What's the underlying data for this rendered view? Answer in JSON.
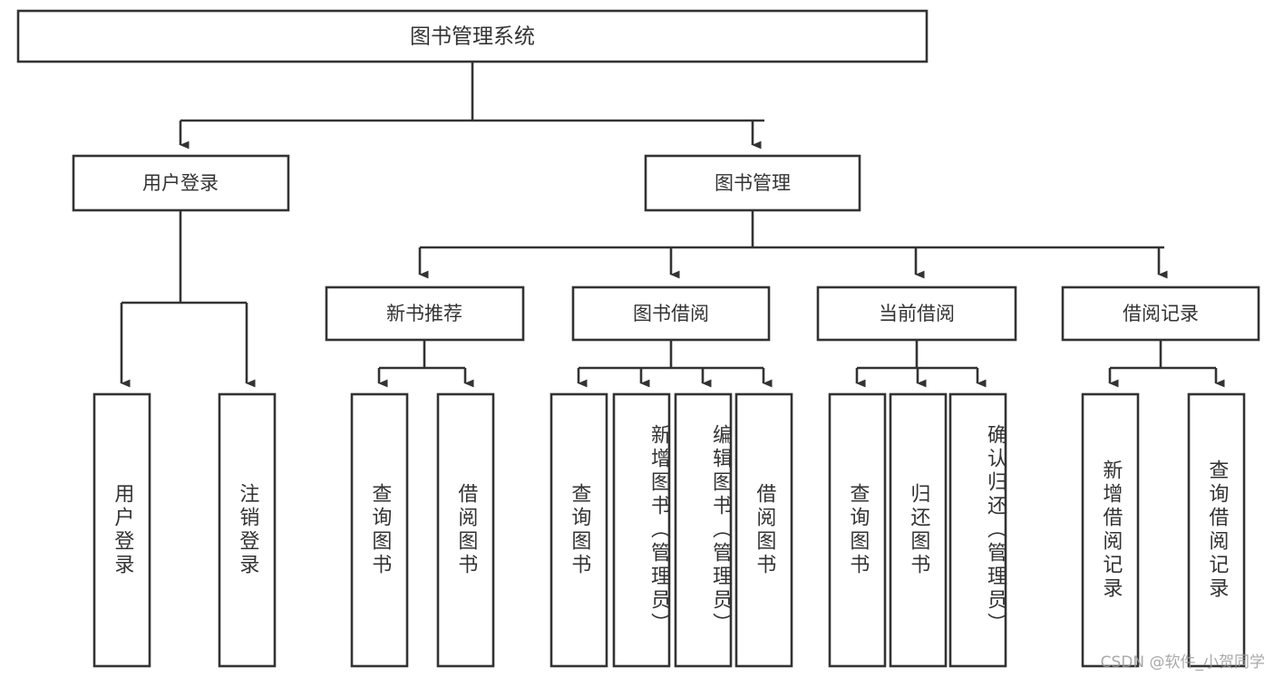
{
  "diagram": {
    "type": "tree-hierarchy",
    "title": "图书管理系统",
    "levels": {
      "root": {
        "label": "图书管理系统"
      },
      "level2": [
        {
          "id": "user-login",
          "label": "用户登录"
        },
        {
          "id": "book-management",
          "label": "图书管理"
        }
      ],
      "level3": [
        {
          "id": "new-book-recommend",
          "label": "新书推荐",
          "parent": "book-management"
        },
        {
          "id": "book-borrow",
          "label": "图书借阅",
          "parent": "book-management"
        },
        {
          "id": "current-borrow",
          "label": "当前借阅",
          "parent": "book-management"
        },
        {
          "id": "borrow-record",
          "label": "借阅记录",
          "parent": "book-management"
        }
      ],
      "leaves": [
        {
          "id": "leaf-user-login",
          "label": "用户登录",
          "parent": "user-login"
        },
        {
          "id": "leaf-logout-login",
          "label": "注销登录",
          "parent": "user-login"
        },
        {
          "id": "leaf-query-book-1",
          "label": "查询图书",
          "parent": "new-book-recommend"
        },
        {
          "id": "leaf-borrow-book-1",
          "label": "借阅图书",
          "parent": "new-book-recommend"
        },
        {
          "id": "leaf-query-book-2",
          "label": "查询图书",
          "parent": "book-borrow"
        },
        {
          "id": "leaf-add-book-admin",
          "label": "新增图书（管理员）",
          "parent": "book-borrow"
        },
        {
          "id": "leaf-edit-book-admin",
          "label": "编辑图书（管理员）",
          "parent": "book-borrow"
        },
        {
          "id": "leaf-borrow-book-2",
          "label": "借阅图书",
          "parent": "book-borrow"
        },
        {
          "id": "leaf-query-book-3",
          "label": "查询图书",
          "parent": "current-borrow"
        },
        {
          "id": "leaf-return-book",
          "label": "归还图书",
          "parent": "current-borrow"
        },
        {
          "id": "leaf-confirm-return",
          "label": "确认归还（管理员）",
          "parent": "current-borrow"
        },
        {
          "id": "leaf-add-borrow-record",
          "label": "新增借阅记录",
          "parent": "borrow-record"
        },
        {
          "id": "leaf-query-borrow-record",
          "label": "查询借阅记录",
          "parent": "borrow-record"
        }
      ]
    },
    "colors": {
      "background": "#ffffff",
      "node_fill": "#ffffff",
      "node_stroke": "#333333",
      "connector": "#333333",
      "text": "#333333",
      "watermark": "#9b9b9b"
    }
  },
  "watermark": {
    "text": "CSDN @软件_小贺同学"
  }
}
